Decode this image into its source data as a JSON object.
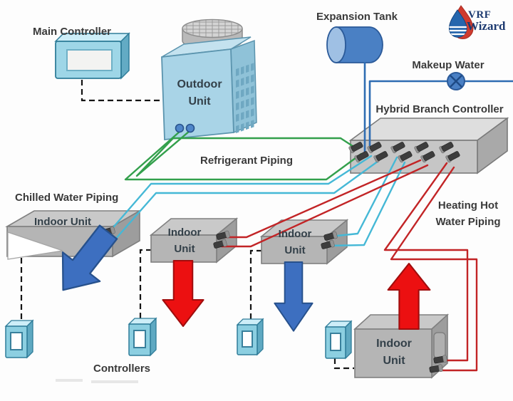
{
  "brand": {
    "line1": "VRF",
    "line2": "Wizard"
  },
  "labels": {
    "main_controller": "Main Controller",
    "expansion_tank": "Expansion Tank",
    "makeup_water": "Makeup Water",
    "hybrid_branch_controller": "Hybrid Branch Controller",
    "refrigerant_piping": "Refrigerant Piping",
    "chilled_water_piping": "Chilled Water Piping",
    "heating_hot_water_piping": "Heating Hot Water Piping",
    "outdoor_unit": "Outdoor Unit",
    "indoor_unit": "Indoor Unit",
    "controllers": "Controllers"
  },
  "colors": {
    "refrigerant_pipe": "#33a04c",
    "chilled_water_pipe": "#45b8d6",
    "heating_hot_water_pipe": "#c22426",
    "water_line": "#2e6cb2",
    "cooling_arrow": "#3d6fc0",
    "heating_arrow": "#ec1011"
  }
}
